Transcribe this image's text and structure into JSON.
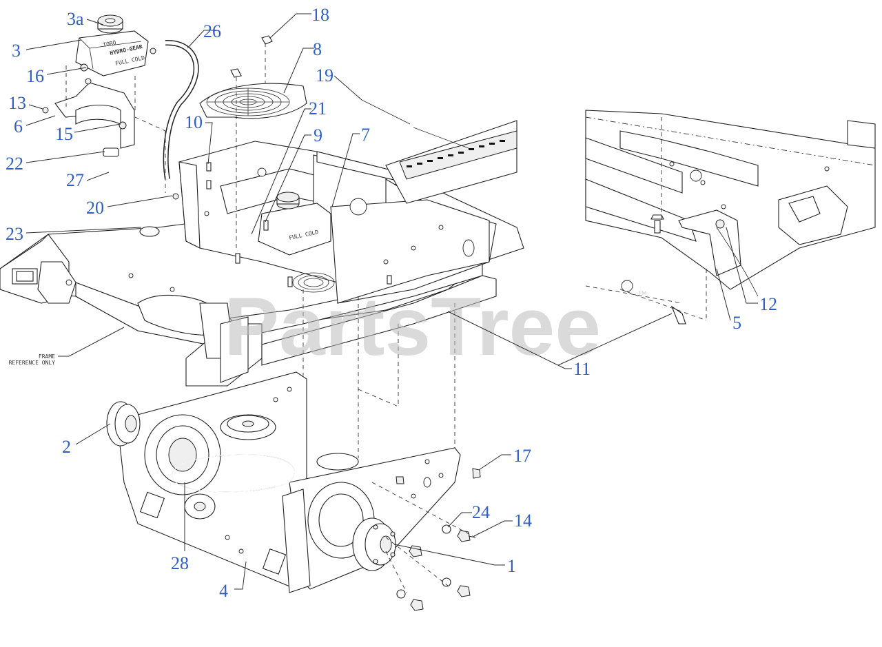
{
  "watermark": {
    "text": "PartsTree",
    "trademark": "™"
  },
  "frame_note": {
    "line1": "FRAME",
    "line2": "REFERENCE ONLY"
  },
  "tank_label": {
    "brand": "HYDRO-GEAR",
    "fill": "FULL COLD",
    "model": "TORO"
  },
  "callouts": [
    {
      "id": "3a",
      "label": "3a"
    },
    {
      "id": "3",
      "label": "3"
    },
    {
      "id": "16",
      "label": "16"
    },
    {
      "id": "13",
      "label": "13"
    },
    {
      "id": "6",
      "label": "6"
    },
    {
      "id": "15",
      "label": "15"
    },
    {
      "id": "22",
      "label": "22"
    },
    {
      "id": "27",
      "label": "27"
    },
    {
      "id": "20",
      "label": "20"
    },
    {
      "id": "23",
      "label": "23"
    },
    {
      "id": "18",
      "label": "18"
    },
    {
      "id": "26",
      "label": "26"
    },
    {
      "id": "8",
      "label": "8"
    },
    {
      "id": "19",
      "label": "19"
    },
    {
      "id": "21",
      "label": "21"
    },
    {
      "id": "10",
      "label": "10"
    },
    {
      "id": "9",
      "label": "9"
    },
    {
      "id": "7",
      "label": "7"
    },
    {
      "id": "12",
      "label": "12"
    },
    {
      "id": "5",
      "label": "5"
    },
    {
      "id": "11",
      "label": "11"
    },
    {
      "id": "2",
      "label": "2"
    },
    {
      "id": "17",
      "label": "17"
    },
    {
      "id": "24",
      "label": "24"
    },
    {
      "id": "14",
      "label": "14"
    },
    {
      "id": "1",
      "label": "1"
    },
    {
      "id": "28",
      "label": "28"
    },
    {
      "id": "4",
      "label": "4"
    }
  ]
}
